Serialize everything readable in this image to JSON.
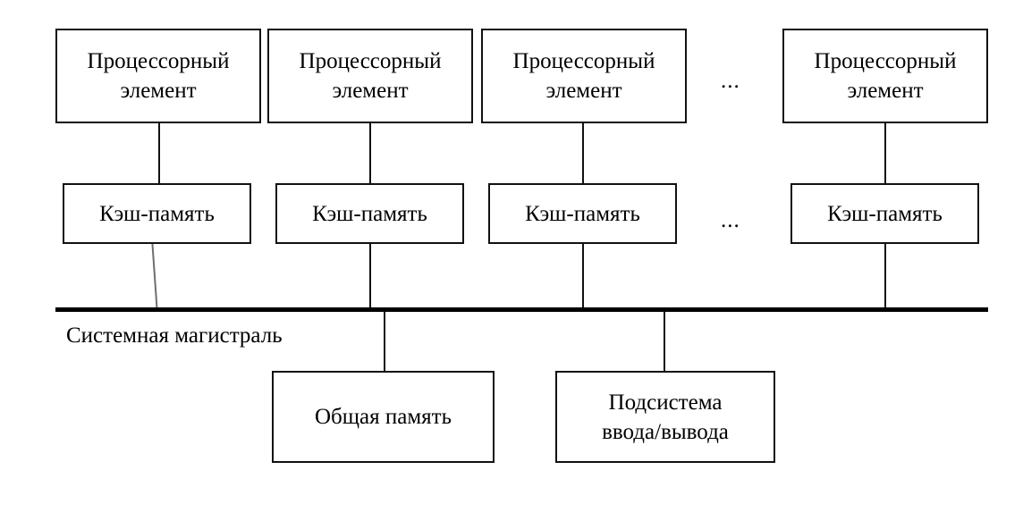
{
  "diagram": {
    "title_text": "",
    "line_color": "#111111",
    "bus_color": "#000000",
    "background": "#ffffff",
    "ellipsis": "...",
    "bus_label": "Системная магистраль",
    "processor_row": [
      {
        "line1": "Процессорный",
        "line2": "элемент"
      },
      {
        "line1": "Процессорный",
        "line2": "элемент"
      },
      {
        "line1": "Процессорный",
        "line2": "элемент"
      },
      {
        "line1": "Процессорный",
        "line2": "элемент"
      }
    ],
    "cache_row": [
      {
        "line1": "Кэш-память"
      },
      {
        "line1": "Кэш-память"
      },
      {
        "line1": "Кэш-память"
      },
      {
        "line1": "Кэш-память"
      }
    ],
    "bottom_row": [
      {
        "line1": "Общая память",
        "line2": ""
      },
      {
        "line1": "Подсистема",
        "line2": "ввода/вывода"
      }
    ]
  }
}
